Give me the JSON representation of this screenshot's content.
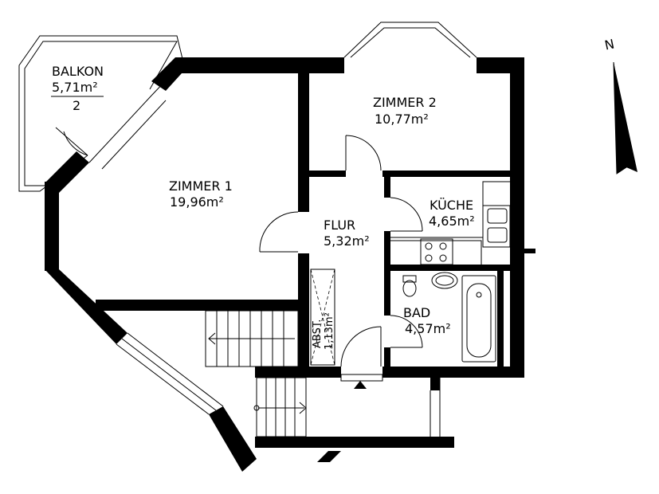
{
  "rooms": {
    "balkon": {
      "name": "BALKON",
      "area": "5,71m²",
      "fraction_den": "2"
    },
    "zimmer2": {
      "name": "ZIMMER 2",
      "area": "10,77m²"
    },
    "zimmer1": {
      "name": "ZIMMER 1",
      "area": "19,96m²"
    },
    "kueche": {
      "name": "KÜCHE",
      "area": "4,65m²"
    },
    "flur": {
      "name": "FLUR",
      "area": "5,32m²"
    },
    "abst": {
      "name": "ABST.",
      "area": "1,13m²"
    },
    "bad": {
      "name": "BAD",
      "area": "4,57m²"
    }
  },
  "compass": {
    "label": "N"
  },
  "colors": {
    "wall": "#000000",
    "line": "#000000",
    "background": "#ffffff"
  }
}
